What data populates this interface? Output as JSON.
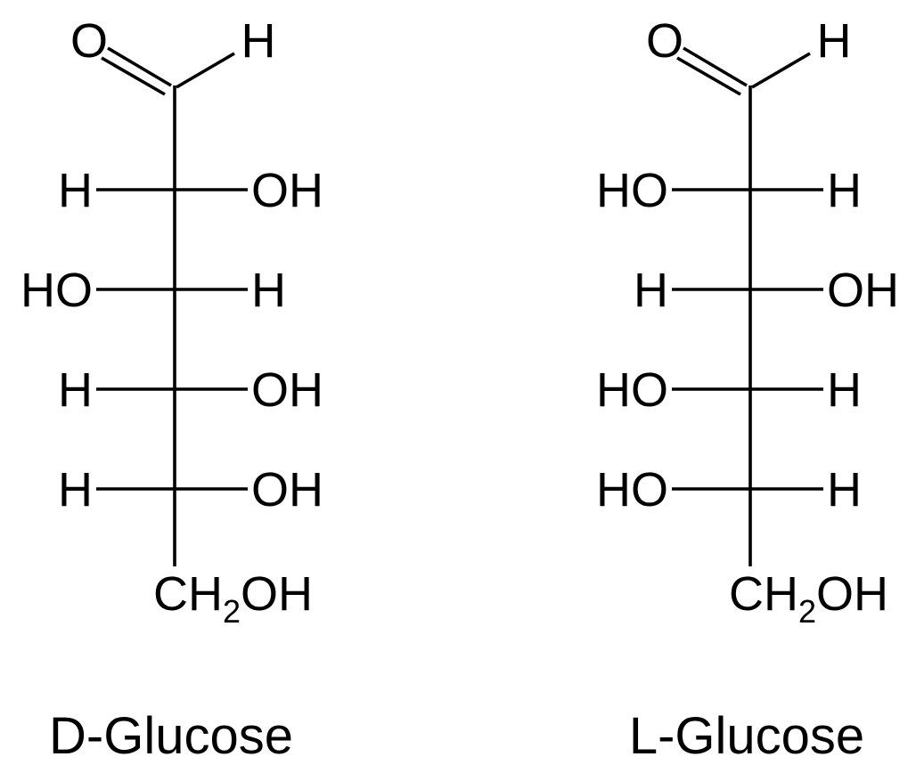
{
  "molecules": [
    {
      "caption": "D-Glucose",
      "top_left": "O",
      "top_right": "H",
      "rows": [
        {
          "left": "H",
          "right": "OH"
        },
        {
          "left": "HO",
          "right": "H"
        },
        {
          "left": "H",
          "right": "OH"
        },
        {
          "left": "H",
          "right": "OH"
        }
      ],
      "bottom": {
        "pre": "CH",
        "sub": "2",
        "post": "OH"
      }
    },
    {
      "caption": "L-Glucose",
      "top_left": "O",
      "top_right": "H",
      "rows": [
        {
          "left": "HO",
          "right": "H"
        },
        {
          "left": "H",
          "right": "OH"
        },
        {
          "left": "HO",
          "right": "H"
        },
        {
          "left": "HO",
          "right": "H"
        }
      ],
      "bottom": {
        "pre": "CH",
        "sub": "2",
        "post": "OH"
      }
    }
  ]
}
